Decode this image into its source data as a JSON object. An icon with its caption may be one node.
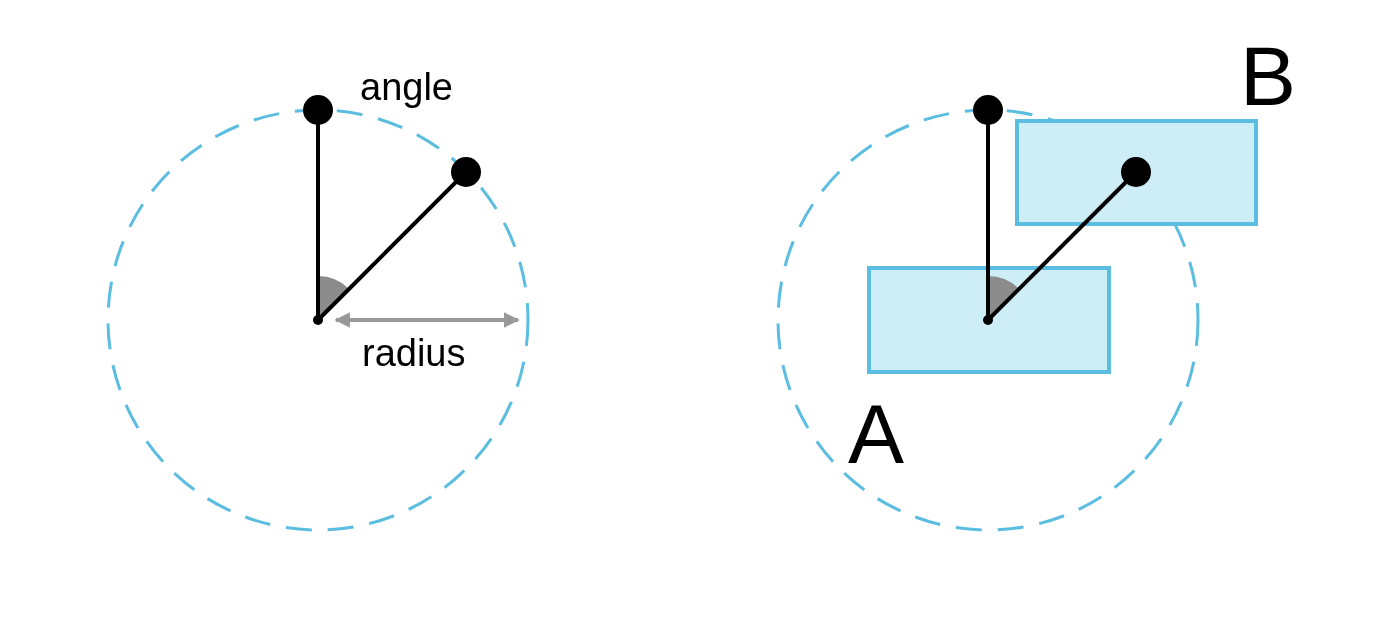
{
  "diagram": {
    "nodes": [
      {
        "text": [
          "A"
        ]
      },
      {
        "text": [
          "B"
        ]
      }
    ],
    "labels": [
      "angle",
      "radius"
    ]
  }
}
